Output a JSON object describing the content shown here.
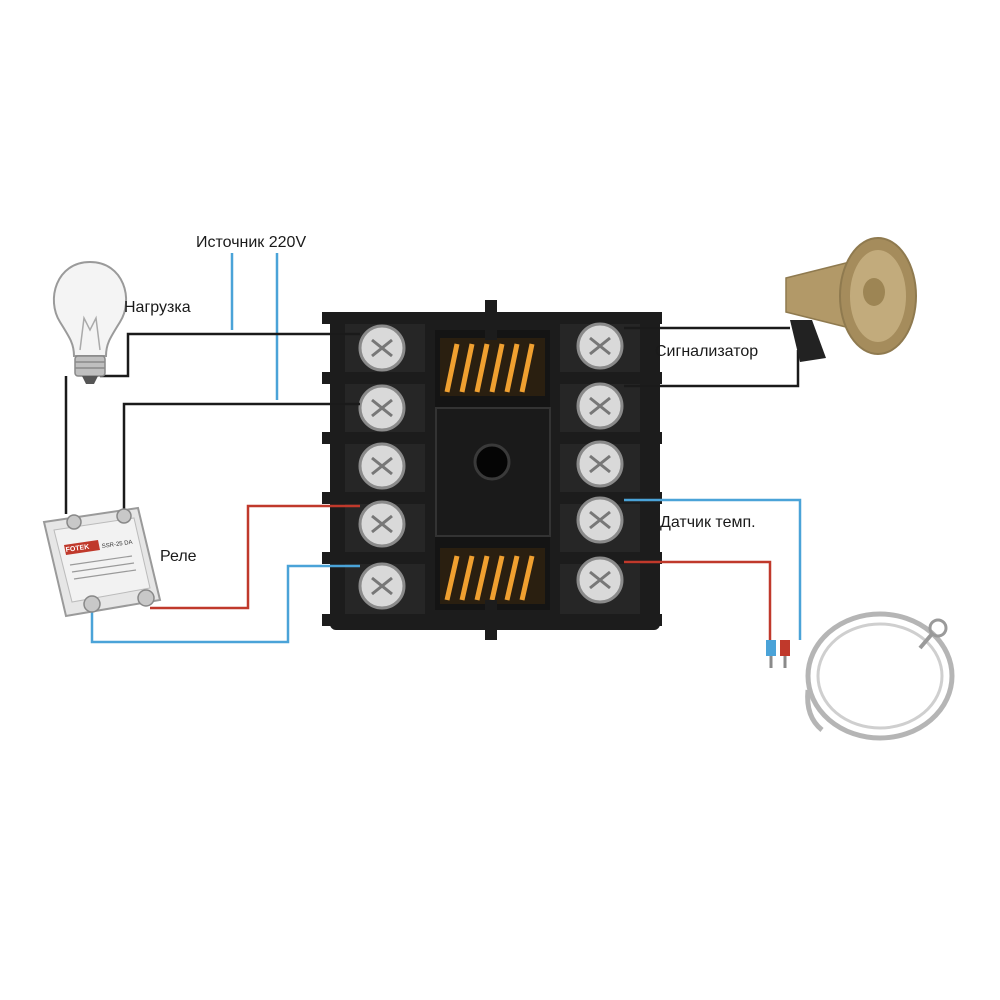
{
  "labels": {
    "source": "Источник 220V",
    "load": "Нагрузка",
    "alarm": "Сигнализатор",
    "relay": "Реле",
    "sensor": "Датчик темп."
  },
  "relay_module": {
    "brand": "FOTEK",
    "model": "SSR-25 DA"
  },
  "colors": {
    "blue_wire": "#4aa3d8",
    "red_wire": "#c0392b",
    "black_wire": "#1a1a1a",
    "socket_body": "#1c1c1c",
    "screw_metal": "#d9d9d9",
    "horn_body": "#b29968",
    "heat_accent": "#f0a030"
  },
  "icons": [
    "light-bulb-icon",
    "solid-state-relay-icon",
    "alarm-horn-icon",
    "thermocouple-sensor-icon",
    "terminal-screw-icon"
  ]
}
